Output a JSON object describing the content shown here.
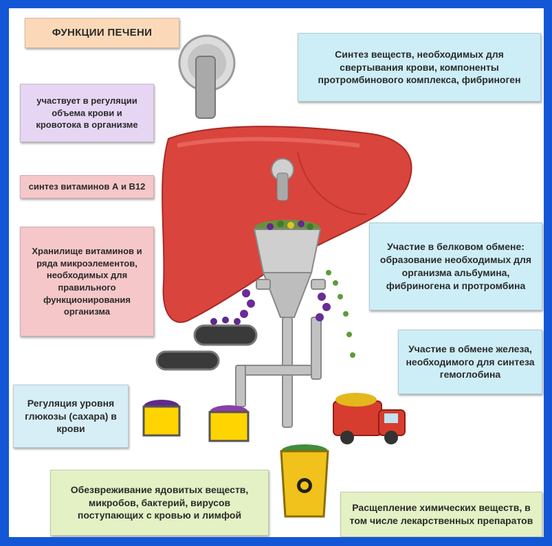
{
  "title": "ФУНКЦИИ ПЕЧЕНИ",
  "functions": {
    "blood_volume": "участвует в регуляции объема крови и кровотока в организме",
    "vitamins_synthesis": "синтез витаминов А и В12",
    "storage": "Хранилище витаминов и ряда микроэлементов, необходимых для правильного функционирования организма",
    "glucose": "Регуляция уровня глюкозы (сахара) в крови",
    "detox": "Обезвреживание ядовитых веществ, микробов, бактерий, вирусов поступающих с кровью и лимфой",
    "coagulation": "Синтез веществ, необходимых для свертывания крови, компоненты протромбинового комплекса, фибриноген",
    "protein": "Участие в белковом обмене: образование необходимых для организма альбумина, фибриногена и протромбина",
    "iron": "Участие в обмене железа, необходимого для синтеза гемоглобина",
    "chemicals": "Расщепление химических веществ, в том числе лекарственных препаратов"
  },
  "colors": {
    "background": "#1457d6",
    "title_box": "#fbd9b8",
    "purple_box": "#e6d6f3",
    "pink_box": "#f6c7c9",
    "blue_box": "#cdeef7",
    "green_box": "#e3f1c4",
    "liver": "#d9443c"
  }
}
